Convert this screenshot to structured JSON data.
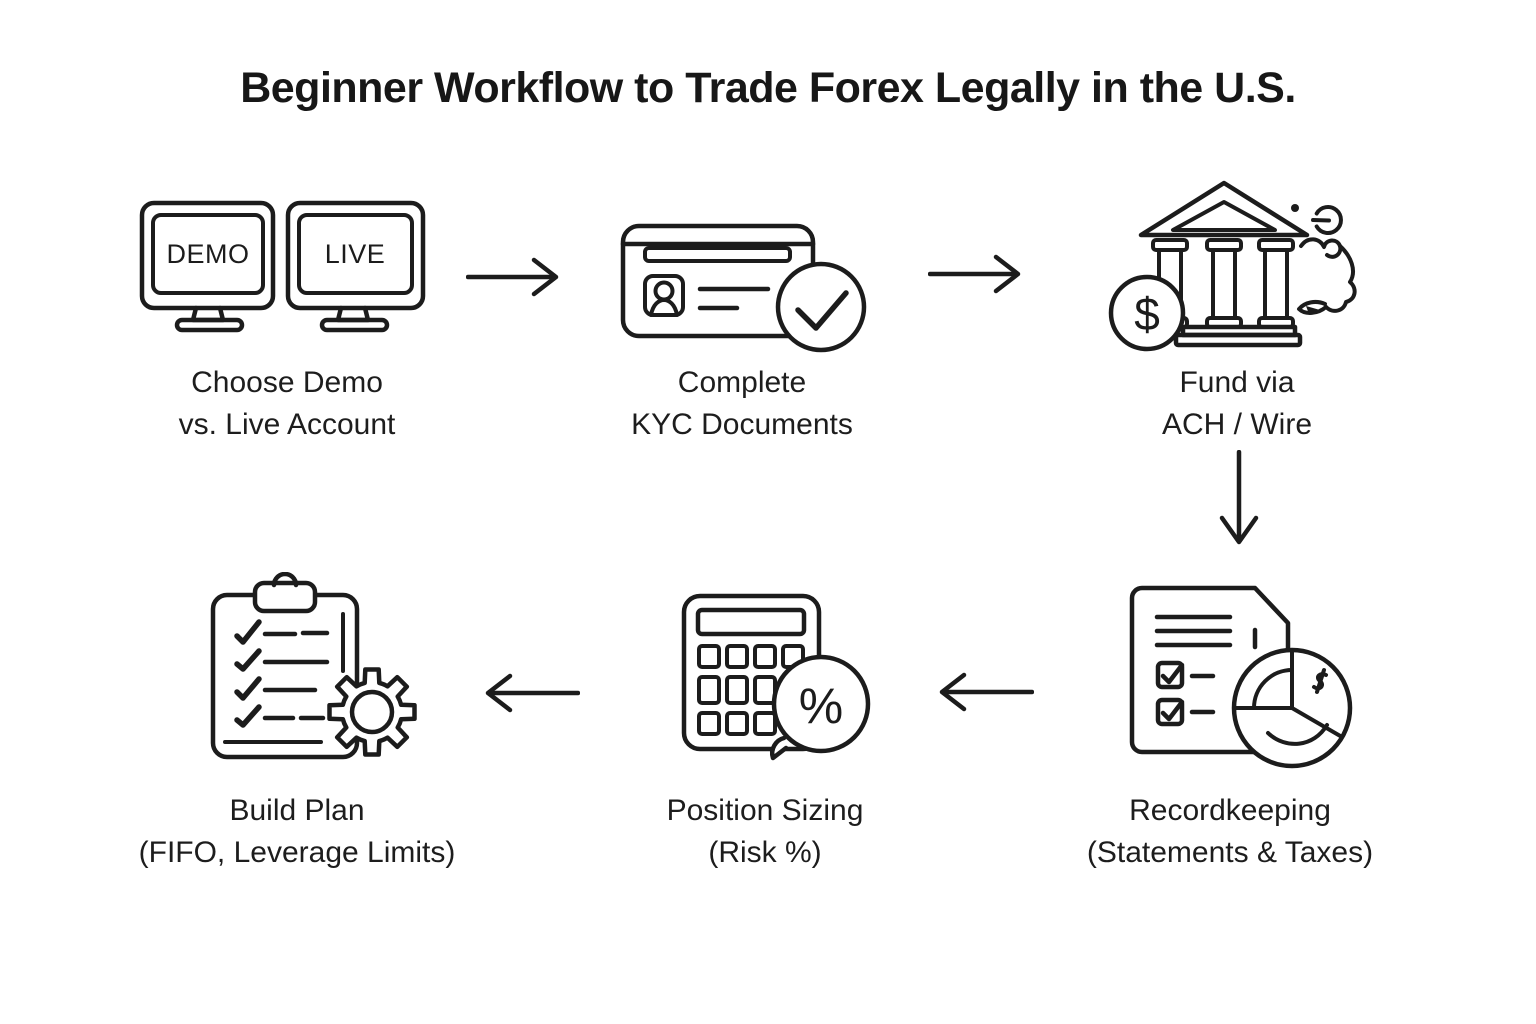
{
  "title": "Beginner Workflow to Trade Forex Legally in the U.S.",
  "colors": {
    "ink": "#1c1c1c",
    "background": "#ffffff"
  },
  "steps": [
    {
      "id": "choose-account",
      "icon": "demo-live-monitors-icon",
      "label_line1": "Choose Demo",
      "label_line2": "vs. Live Account"
    },
    {
      "id": "complete-kyc",
      "icon": "id-card-check-icon",
      "label_line1": "Complete",
      "label_line2": "KYC Documents"
    },
    {
      "id": "fund-account",
      "icon": "bank-dollar-coin-icon",
      "label_line1": "Fund via",
      "label_line2": "ACH / Wire"
    },
    {
      "id": "recordkeeping",
      "icon": "document-pie-chart-icon",
      "label_line1": "Recordkeeping",
      "label_line2": "(Statements & Taxes)"
    },
    {
      "id": "position-sizing",
      "icon": "calculator-percent-icon",
      "label_line1": "Position Sizing",
      "label_line2": "(Risk %)"
    },
    {
      "id": "build-plan",
      "icon": "clipboard-gear-icon",
      "label_line1": "Build Plan",
      "label_line2": "(FIFO, Leverage Limits)"
    }
  ],
  "icon_labels": {
    "demo_screen": "DEMO",
    "live_screen": "LIVE",
    "dollar_symbol": "$",
    "percent_symbol": "%"
  },
  "arrows": [
    {
      "from": "choose-account",
      "to": "complete-kyc",
      "direction": "right"
    },
    {
      "from": "complete-kyc",
      "to": "fund-account",
      "direction": "right"
    },
    {
      "from": "fund-account",
      "to": "recordkeeping",
      "direction": "down"
    },
    {
      "from": "recordkeeping",
      "to": "position-sizing",
      "direction": "left"
    },
    {
      "from": "position-sizing",
      "to": "build-plan",
      "direction": "left"
    }
  ]
}
